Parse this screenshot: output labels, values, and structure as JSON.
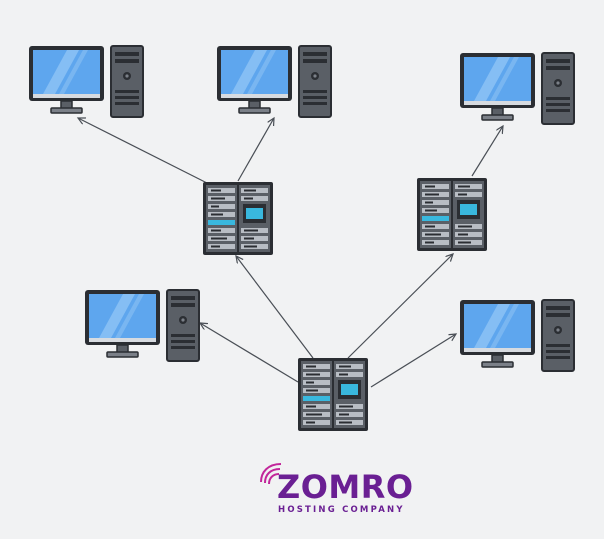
{
  "colors": {
    "background": "#f1f2f3",
    "screen": "#5ea6ee",
    "screen_highlight": "#8cc2f4",
    "outline": "#2b2e33",
    "tower": "#5a5f66",
    "tower_light": "#7b8088",
    "rack_slot": "#b8bdc4",
    "rack_accent": "#39b8de",
    "edge": "#4a4f56",
    "brand_purple": "#6a1f93",
    "brand_magenta": "#c2269a"
  },
  "icons": {
    "computer": "desktop-computer-icon",
    "server": "server-rack-icon",
    "logo": "zomro-logo-mark"
  },
  "logo": {
    "name": "ZOMRO",
    "tagline": "HOSTING COMPANY"
  }
}
